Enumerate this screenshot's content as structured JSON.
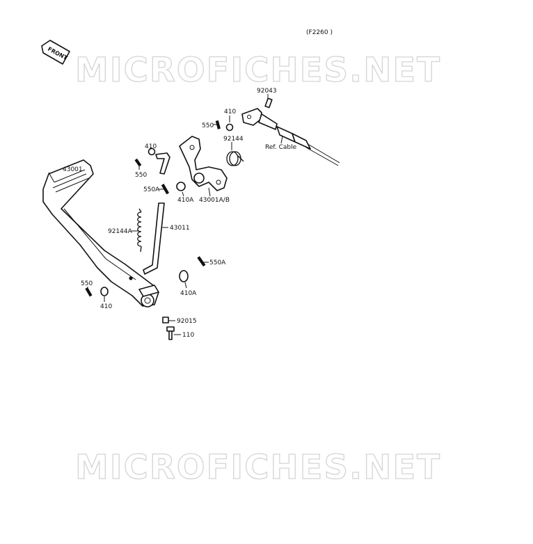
{
  "diagram": {
    "code": "(F2260 )",
    "front_label": "FRONT",
    "watermark_top": "MICROFICHES.NET",
    "watermark_bottom": "MICROFICHES.NET",
    "labels": {
      "p43001": "43001",
      "p92144A": "92144A",
      "p43011": "43011",
      "p410_mid": "410",
      "p550_mid": "550",
      "p550A_mid": "550A",
      "p410A_mid": "410A",
      "p43001AB": "43001A/B",
      "p92144": "92144",
      "p410_top": "410",
      "p550_top": "550",
      "p92043": "92043",
      "ref_cable": "Ref. Cable",
      "p550A_low": "550A",
      "p410A_low": "410A",
      "p550_low": "550",
      "p410_low": "410",
      "p92015": "92015",
      "p110": "110"
    }
  }
}
